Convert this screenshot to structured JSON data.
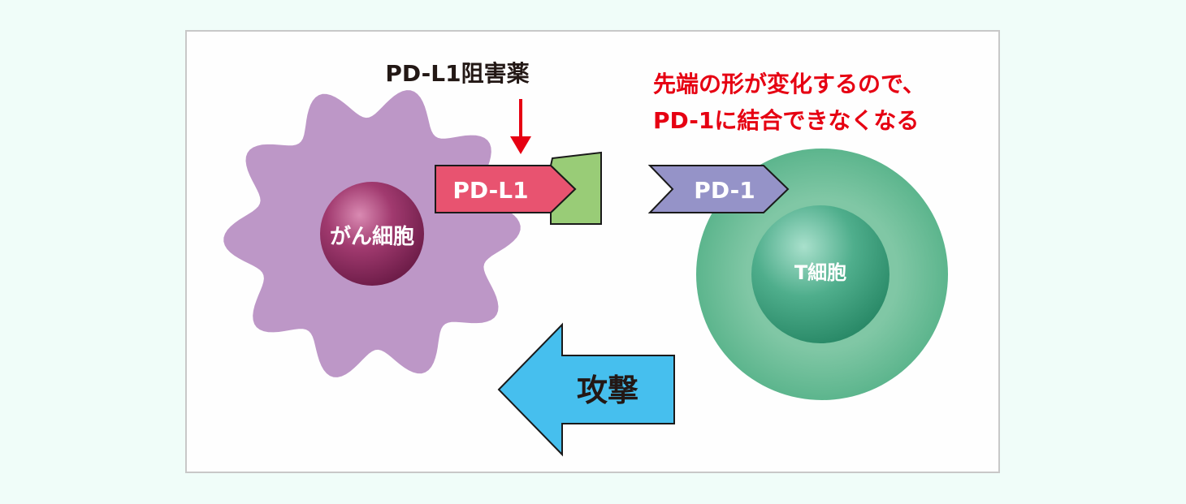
{
  "drug": {
    "label": "PD-L1阻害薬"
  },
  "note": {
    "line1": "先端の形が変化するので、",
    "line2": "PD-1に結合できなくなる"
  },
  "cancer_cell": {
    "label": "がん細胞"
  },
  "t_cell": {
    "label": "T細胞"
  },
  "pdl1": {
    "label": "PD-L1"
  },
  "pd1": {
    "label": "PD-1"
  },
  "attack": {
    "label": "攻撃"
  },
  "colors": {
    "background": "#f0fdf9",
    "panel": "#fefefe",
    "cancer_cell": "#bd97c7",
    "cancer_nucleus": "#8c2a5e",
    "t_cell": "#7fc6a2",
    "t_nucleus": "#3aa07c",
    "pdl1": "#e85370",
    "drug_block": "#99cc77",
    "pd1": "#9593c8",
    "attack_arrow": "#46bfee",
    "red_text": "#e60012"
  }
}
